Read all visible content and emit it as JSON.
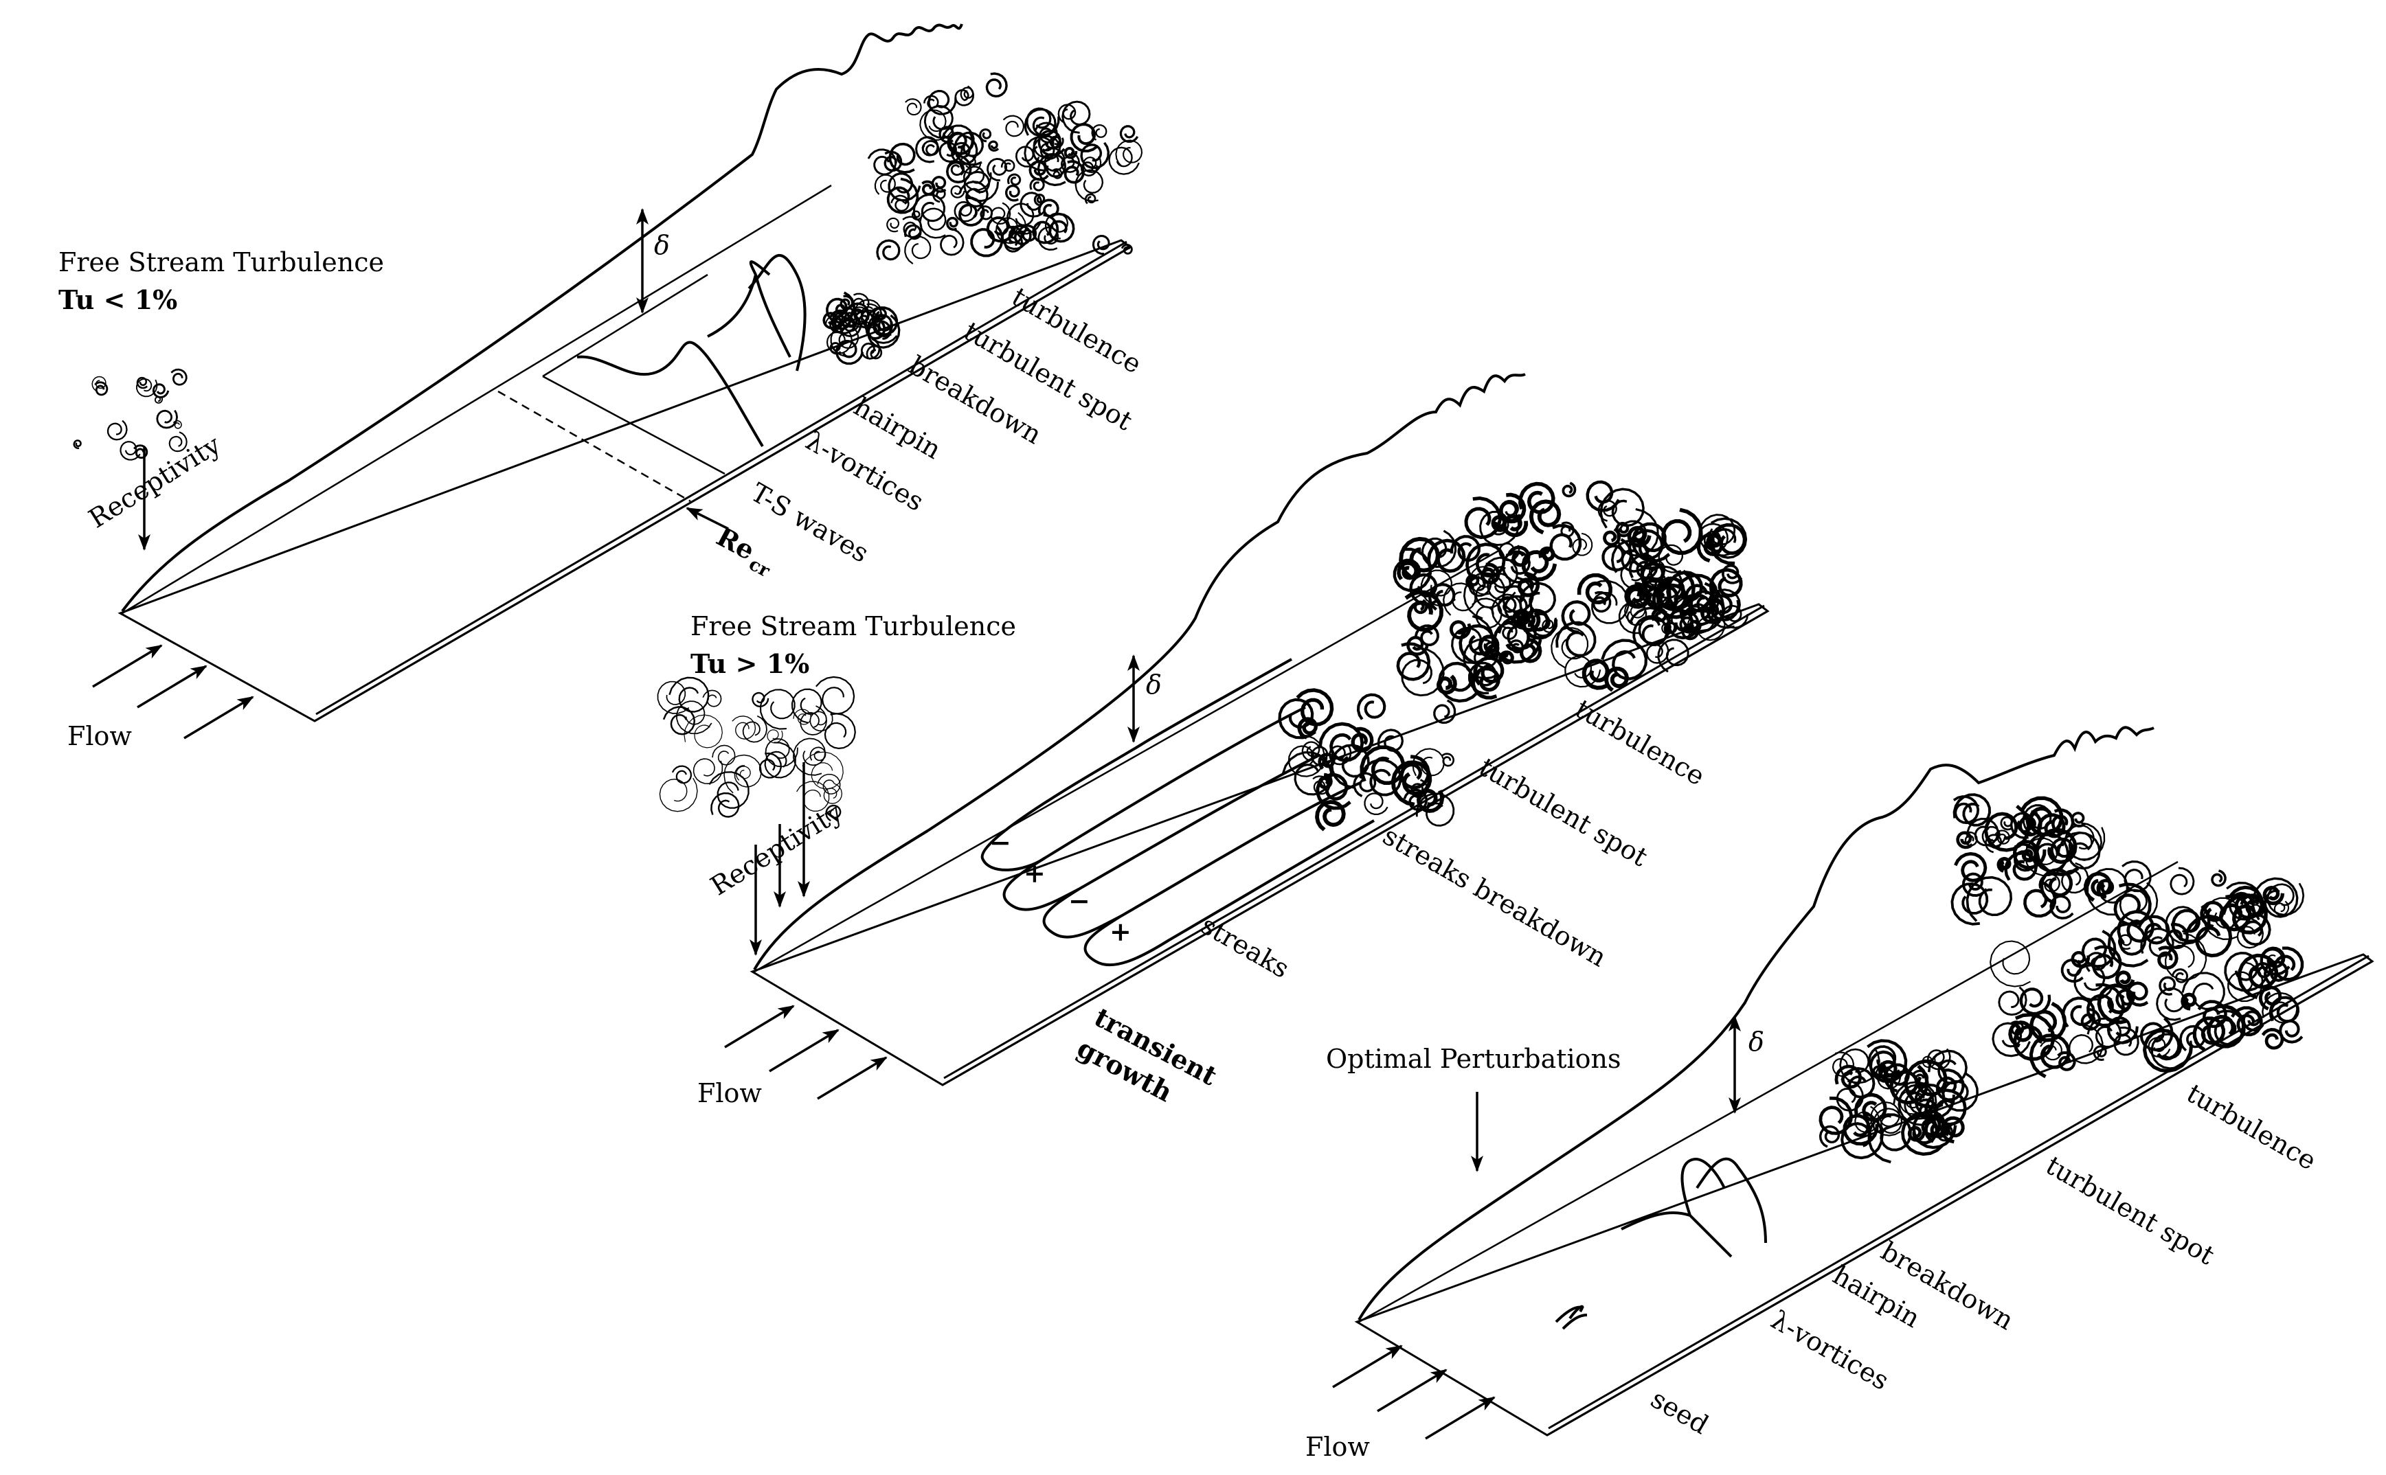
{
  "panel1": {
    "fst_title": "Free Stream Turbulence",
    "fst_tu": "Tu < 1%",
    "receptivity": "Receptivity",
    "flow": "Flow",
    "delta": "δ",
    "re_cr": "Re",
    "re_cr_sub": "cr",
    "stages": [
      "T-S waves",
      "λ-vortices",
      "hairpin",
      "breakdown",
      "turbulent spot",
      "turbulence"
    ]
  },
  "panel2": {
    "fst_title": "Free Stream Turbulence",
    "fst_tu": "Tu > 1%",
    "receptivity": "Receptivity",
    "flow": "Flow",
    "delta": "δ",
    "streak_signs": [
      "−",
      "+",
      "−",
      "+"
    ],
    "transient": "transient",
    "growth": "growth",
    "stages": [
      "streaks",
      "streaks breakdown",
      "turbulent spot",
      "turbulence"
    ]
  },
  "panel3": {
    "optimal": "Optimal Perturbations",
    "flow": "Flow",
    "delta": "δ",
    "stages": [
      "seed",
      "λ-vortices",
      "hairpin",
      "breakdown",
      "turbulent spot",
      "turbulence"
    ]
  },
  "colors": {
    "ink": "#000000",
    "background": "#ffffff"
  }
}
